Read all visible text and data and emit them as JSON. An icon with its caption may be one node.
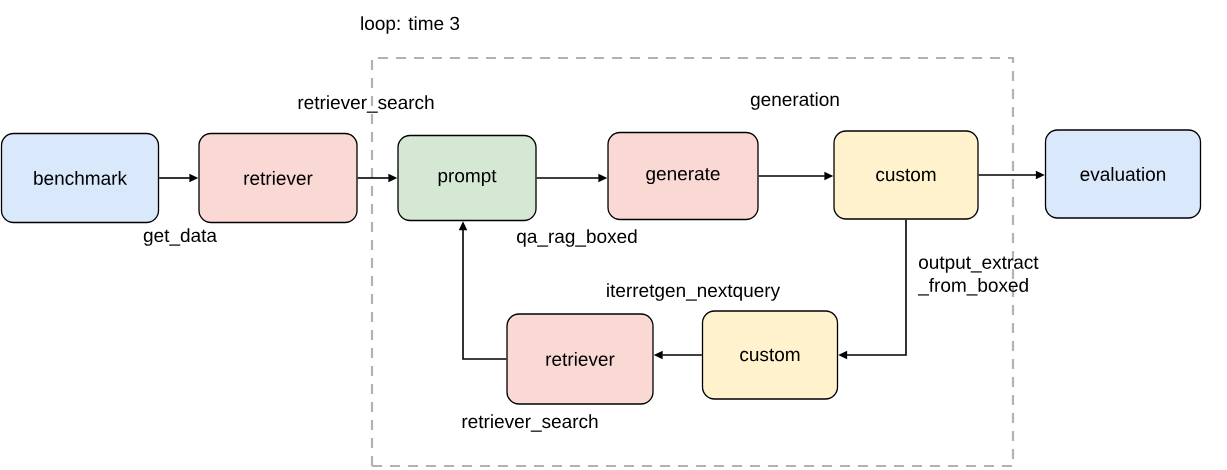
{
  "diagram": {
    "nodes": [
      {
        "text": [
          "loop: time 3"
        ]
      },
      {
        "text": [
          "benchmark"
        ],
        "beside": [
          "get_data"
        ]
      },
      {
        "text": [
          "retriever"
        ],
        "beside": [
          "retriever_search"
        ]
      },
      {
        "text": [
          "prompt"
        ],
        "beside": [
          "qa_rag_boxed"
        ],
        "in": 0
      },
      {
        "text": [
          "generate"
        ],
        "beside": [
          "generation"
        ],
        "in": 0
      },
      {
        "text": [
          "custom"
        ],
        "beside": [
          "output_extract _from_boxed"
        ],
        "in": 0
      },
      {
        "text": [
          "evaluation"
        ]
      },
      {
        "text": [
          "retriever"
        ],
        "beside": [
          "retriever_search"
        ],
        "in": 0
      },
      {
        "text": [
          "custom"
        ],
        "beside": [
          "iterretgen_nextquery"
        ],
        "in": 0
      }
    ],
    "edges": [
      {
        "from": 1,
        "to": 2,
        "arrow": "to"
      },
      {
        "from": 2,
        "to": 3,
        "arrow": "to"
      },
      {
        "from": 3,
        "to": 4,
        "arrow": "to"
      },
      {
        "from": 4,
        "to": 5,
        "arrow": "to"
      },
      {
        "from": 5,
        "to": 6,
        "arrow": "to"
      },
      {
        "from": 5,
        "to": 8,
        "arrow": "to"
      },
      {
        "from": 8,
        "to": 7,
        "arrow": "to"
      },
      {
        "from": 7,
        "to": 3,
        "arrow": "to"
      }
    ]
  }
}
